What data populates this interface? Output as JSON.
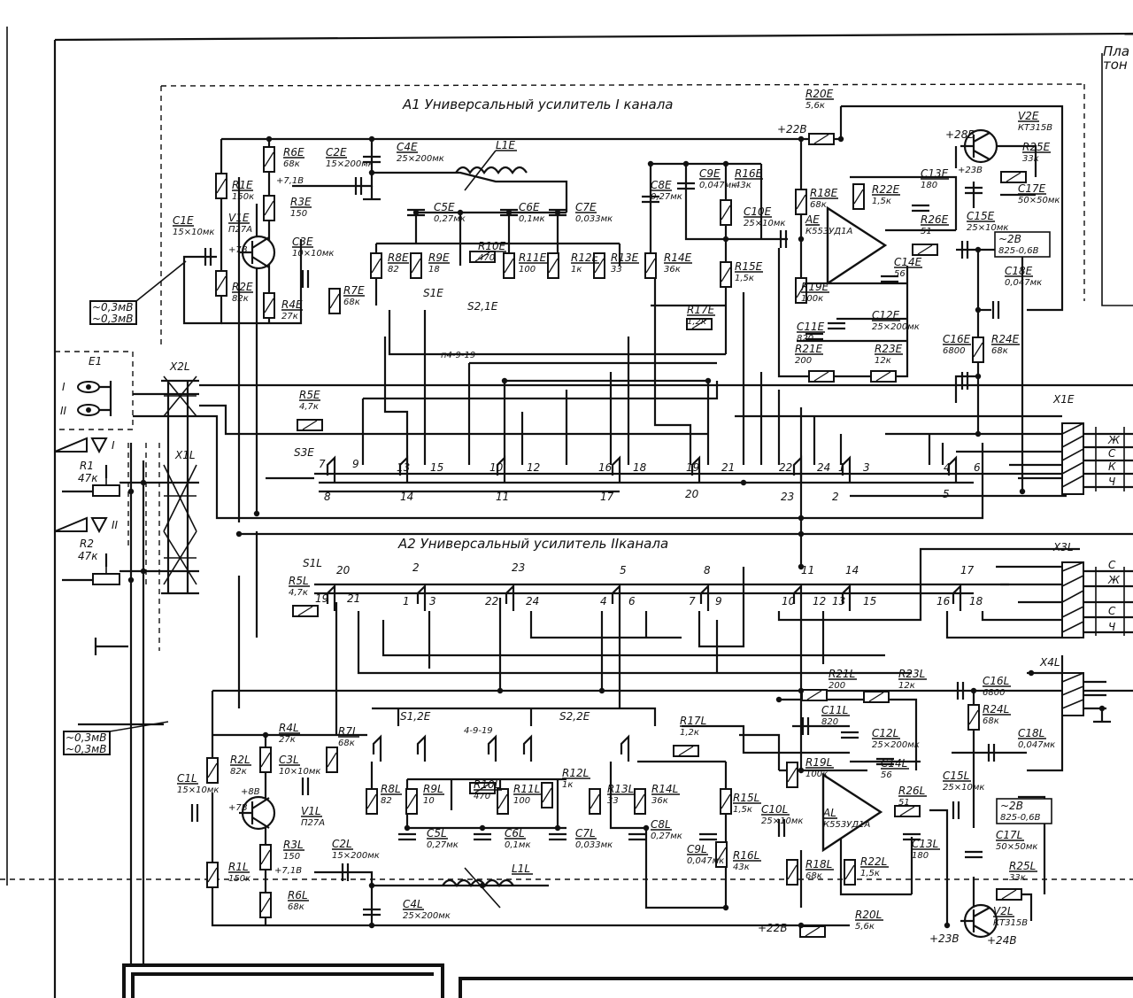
{
  "sheet": {
    "title_a1": "A1 Универсальный усилитель I канала",
    "title_a2": "A2 Универсальный усилитель IIканала",
    "header_right": "Пла",
    "header_right2": "тон"
  },
  "meters": {
    "top": [
      "~0,3мВ",
      "~0,3мВ"
    ],
    "bottom": [
      "~0,3мВ",
      "~0,3мВ"
    ]
  },
  "supplies": {
    "p22_top": "+22В",
    "p28_top": "+28В",
    "p23_top": "+23В",
    "p22_bot": "+22В",
    "p23_bot": "+23В",
    "p24_bot": "+24В",
    "p78_top": "+7В",
    "p71_top": "+7,1В",
    "p78_bot": "+7В",
    "p88_bot": "+8В",
    "p71_bot": "+7,1В",
    "m28_top": "~2В",
    "m28_top_sub": "825-0,6В",
    "m28_bot": "~2В",
    "m28_bot_sub": "825-0,6В"
  },
  "components_top": {
    "C1E": [
      "C1E",
      "15×10мк"
    ],
    "R1E": [
      "R1E",
      "150к"
    ],
    "R2E": [
      "R2E",
      "82к"
    ],
    "V1E": [
      "V1E",
      "П27А"
    ],
    "R3E": [
      "R3E",
      "150"
    ],
    "R4E": [
      "R4E",
      "27к"
    ],
    "R6E": [
      "R6E",
      "68к"
    ],
    "C2E": [
      "C2E",
      "15×200мк"
    ],
    "C3E": [
      "C3E",
      "10×10мк"
    ],
    "C4E": [
      "C4E",
      "25×200мк"
    ],
    "L1E": [
      "L1E"
    ],
    "R7E": [
      "R7E",
      "68к"
    ],
    "C5E": [
      "C5E",
      "0,27мк"
    ],
    "C6E": [
      "C6E",
      "0,1мк"
    ],
    "C7E": [
      "C7E",
      "0,033мк"
    ],
    "R8E": [
      "R8E",
      "82"
    ],
    "R9E": [
      "R9E",
      "18"
    ],
    "R10E": [
      "R10E",
      "470"
    ],
    "R11E": [
      "R11E",
      "100"
    ],
    "R12E": [
      "R12E",
      "1к"
    ],
    "R13E": [
      "R13E",
      "33"
    ],
    "R14E": [
      "R14E",
      "36к"
    ],
    "C8E": [
      "C8E",
      "0,27мк"
    ],
    "C9E": [
      "C9E",
      "0,047мк"
    ],
    "R16E": [
      "R16E",
      "43к"
    ],
    "R15E": [
      "R15E",
      "1,5к"
    ],
    "R17E": [
      "R17E",
      "1,2к"
    ],
    "C10E": [
      "C10E",
      "25×10мк"
    ],
    "R18E": [
      "R18E",
      "68к"
    ],
    "R19E": [
      "R19E",
      "100к"
    ],
    "R20E": [
      "R20E",
      "5,6к"
    ],
    "R21E": [
      "R21E",
      "200"
    ],
    "R22E": [
      "R22E",
      "1,5к"
    ],
    "R23E": [
      "R23E",
      "12к"
    ],
    "R24E": [
      "R24E",
      "68к"
    ],
    "R25E": [
      "R25E",
      "33к"
    ],
    "R26E": [
      "R26E",
      "51"
    ],
    "C11E": [
      "C11E",
      "820"
    ],
    "C12E": [
      "C12E",
      "25×200мк"
    ],
    "C13E": [
      "C13E",
      "180"
    ],
    "C14E": [
      "C14E",
      "56"
    ],
    "C15E": [
      "C15E",
      "25×10мк"
    ],
    "C16E": [
      "C16E",
      "6800"
    ],
    "C17E": [
      "C17E",
      "50×50мк"
    ],
    "C18E": [
      "C18E",
      "0,047мк"
    ],
    "V2E": [
      "V2E",
      "КТ315В"
    ],
    "A1E": [
      "AE",
      "К553УД1А"
    ],
    "R5E": [
      "R5E",
      "4,7к"
    ]
  },
  "components_bottom": {
    "C1L": [
      "C1L",
      "15×10мк"
    ],
    "R1L": [
      "R1L",
      "150к"
    ],
    "R2L": [
      "R2L",
      "82к"
    ],
    "V1L": [
      "V1L",
      "П27А"
    ],
    "R3L": [
      "R3L",
      "150"
    ],
    "R4L": [
      "R4L",
      "27к"
    ],
    "R6L": [
      "R6L",
      "68к"
    ],
    "C2L": [
      "C2L",
      "15×200мк"
    ],
    "C3L": [
      "C3L",
      "10×10мк"
    ],
    "C4L": [
      "C4L",
      "25×200мк"
    ],
    "L1L": [
      "L1L"
    ],
    "R7L": [
      "R7L",
      "68к"
    ],
    "C5L": [
      "C5L",
      "0,27мк"
    ],
    "C6L": [
      "C6L",
      "0,1мк"
    ],
    "C7L": [
      "C7L",
      "0,033мк"
    ],
    "R8L": [
      "R8L",
      "82"
    ],
    "R9L": [
      "R9L",
      "10"
    ],
    "R10L": [
      "R10L",
      "470"
    ],
    "R11L": [
      "R11L",
      "100"
    ],
    "R12L": [
      "R12L",
      "1к"
    ],
    "R13L": [
      "R13L",
      "33"
    ],
    "R14L": [
      "R14L",
      "36к"
    ],
    "C8L": [
      "C8L",
      "0,27мк"
    ],
    "C9L": [
      "C9L",
      "0,047мк"
    ],
    "R16L": [
      "R16L",
      "43к"
    ],
    "R15L": [
      "R15L",
      "1,5к"
    ],
    "R17L": [
      "R17L",
      "1,2к"
    ],
    "C10L": [
      "C10L",
      "25×10мк"
    ],
    "R18L": [
      "R18L",
      "68к"
    ],
    "R19L": [
      "R19L",
      "100к"
    ],
    "R20L": [
      "R20L",
      "5,6к"
    ],
    "R21L": [
      "R21L",
      "200"
    ],
    "R22L": [
      "R22L",
      "1,5к"
    ],
    "R23L": [
      "R23L",
      "12к"
    ],
    "R24L": [
      "R24L",
      "68к"
    ],
    "R25L": [
      "R25L",
      "33к"
    ],
    "R26L": [
      "R26L",
      "51"
    ],
    "C11L": [
      "C11L",
      "820"
    ],
    "C12L": [
      "C12L",
      "25×200мк"
    ],
    "C13L": [
      "C13L",
      "180"
    ],
    "C14L": [
      "C14L",
      "56"
    ],
    "C15L": [
      "C15L",
      "25×10мк"
    ],
    "C16L": [
      "C16L",
      "6800"
    ],
    "C17L": [
      "C17L",
      "50×50мк"
    ],
    "C18L": [
      "C18L",
      "0,047мк"
    ],
    "V2L": [
      "V2L",
      "КТ315В"
    ],
    "A1L": [
      "AL",
      "К553УД1А"
    ],
    "R5L": [
      "R5L",
      "4,7к"
    ]
  },
  "input_block": {
    "E1": "E1",
    "ch1": "I",
    "ch2": "II",
    "R1": [
      "R1",
      "47к"
    ],
    "R2": [
      "R2",
      "47к"
    ],
    "X2L": "X2L",
    "X1L": "X1L",
    "balance1": "I",
    "balance2": "II"
  },
  "switches": {
    "S1E": "S1E",
    "S2_1E": "S2,1E",
    "S3E": "S3E",
    "S1L": "S1L",
    "S1_2E": "S1,2E",
    "S2_2E": "S2,2E",
    "range_top": "п4-9-19",
    "range_bot": "4-9-19"
  },
  "connectors": {
    "X1E": "X1E",
    "X3L": "X3L",
    "X4L": "X4L",
    "wires_top": [
      "Ж",
      "С",
      "К",
      "Ч"
    ],
    "wires_bot": [
      "С",
      "Ж",
      "С",
      "Ч"
    ]
  },
  "switch_contacts_top": [
    "7",
    "8",
    "9",
    "13",
    "14",
    "15",
    "10",
    "11",
    "12",
    "16",
    "17",
    "18",
    "19",
    "20",
    "21",
    "22",
    "23",
    "24",
    "1",
    "2",
    "3",
    "4",
    "5",
    "6"
  ],
  "switch_contacts_bot": [
    "20",
    "19",
    "21",
    "2",
    "1",
    "3",
    "23",
    "22",
    "24",
    "5",
    "4",
    "6",
    "8",
    "7",
    "9",
    "11",
    "10",
    "12",
    "14",
    "13",
    "15",
    "17",
    "16",
    "18"
  ]
}
